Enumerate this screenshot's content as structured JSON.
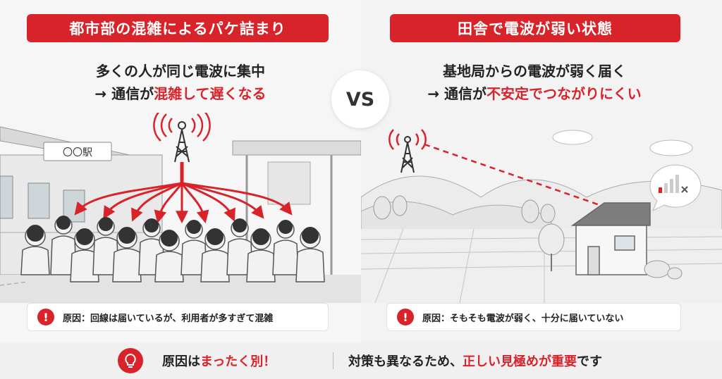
{
  "left": {
    "banner": "都市部の混雑によるパケ詰まり",
    "headline_line1": "多くの人が同じ電波に集中",
    "headline_line2_prefix": "→ 通信が",
    "headline_line2_highlight": "混雑して遅くなる",
    "station_sign": "〇〇駅",
    "cause": "原因：回線は届いているが、利用者が多すぎて混雑"
  },
  "vs_label": "VS",
  "right": {
    "banner": "田舎で電波が弱い状態",
    "headline_line1": "基地局からの電波が弱く届く",
    "headline_line2_prefix": "→ 通信が",
    "headline_line2_highlight": "不安定でつながりにくい",
    "cause": "原因：そもそも電波が弱く、十分に届いていない"
  },
  "bottom": {
    "left_prefix": "原因は",
    "left_highlight": "まったく別！",
    "right_prefix": "対策も異なるため、",
    "right_highlight": "正しい見極めが重要",
    "right_suffix": "です"
  },
  "colors": {
    "accent": "#d8232a",
    "ink": "#222222"
  },
  "icons": [
    "warning-icon",
    "lightbulb-icon",
    "signal-tower-icon",
    "signal-weak-icon"
  ]
}
